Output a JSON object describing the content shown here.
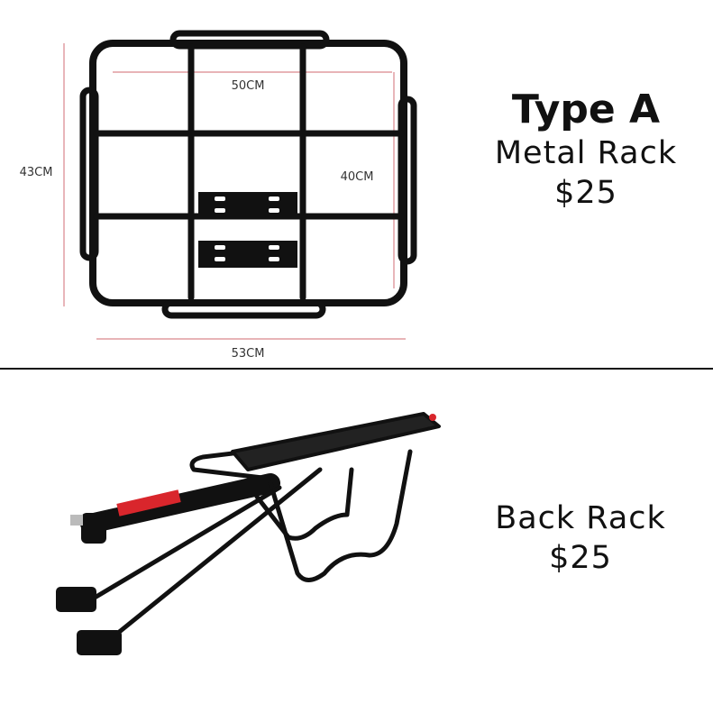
{
  "type_a": {
    "title": "Type A",
    "name": "Metal Rack",
    "price": "$25",
    "dimensions": {
      "inner_width": "50CM",
      "outer_height": "43CM",
      "inner_height": "40CM",
      "outer_width": "53CM"
    }
  },
  "back_rack": {
    "name": "Back Rack",
    "price": "$25"
  },
  "colors": {
    "rack": "#111111",
    "dimension_line": "#d9868c",
    "brand_tag": "#d9262c"
  }
}
